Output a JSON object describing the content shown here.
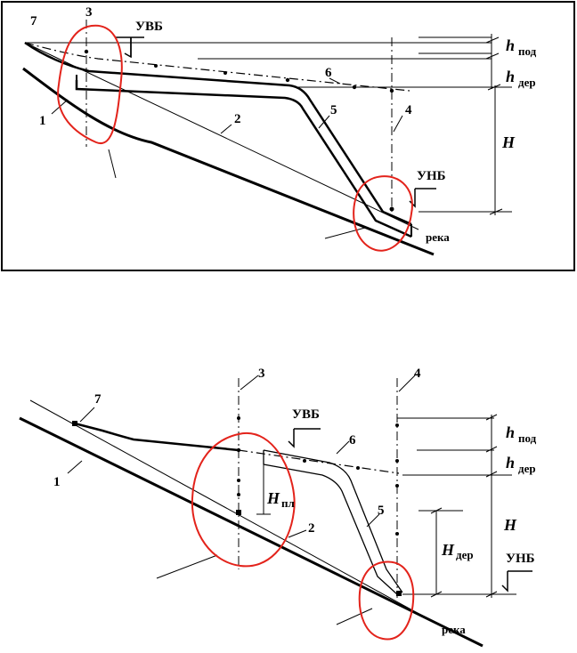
{
  "colors": {
    "ink": "#000000",
    "highlight": "#e3231b",
    "background": "#ffffff"
  },
  "top": {
    "num_1": "1",
    "num_2": "2",
    "num_3": "3",
    "num_4": "4",
    "num_5": "5",
    "num_6": "6",
    "num_7": "7",
    "uvb": "УВБ",
    "unb": "УНБ",
    "h_main": "h",
    "h_pod_sub": "под",
    "h_der_sub": "дер",
    "H": "H",
    "river": "река"
  },
  "bottom": {
    "num_1": "1",
    "num_2": "2",
    "num_3": "3",
    "num_4": "4",
    "num_5": "5",
    "num_6": "6",
    "num_7": "7",
    "uvb": "УВБ",
    "unb": "УНБ",
    "h_main": "h",
    "h_pod_sub": "под",
    "h_der_sub": "дер",
    "H": "H",
    "Hpl_main": "H",
    "Hpl_sub": "пл",
    "Hder_main": "H",
    "Hder_sub": "дер",
    "river": "река"
  }
}
